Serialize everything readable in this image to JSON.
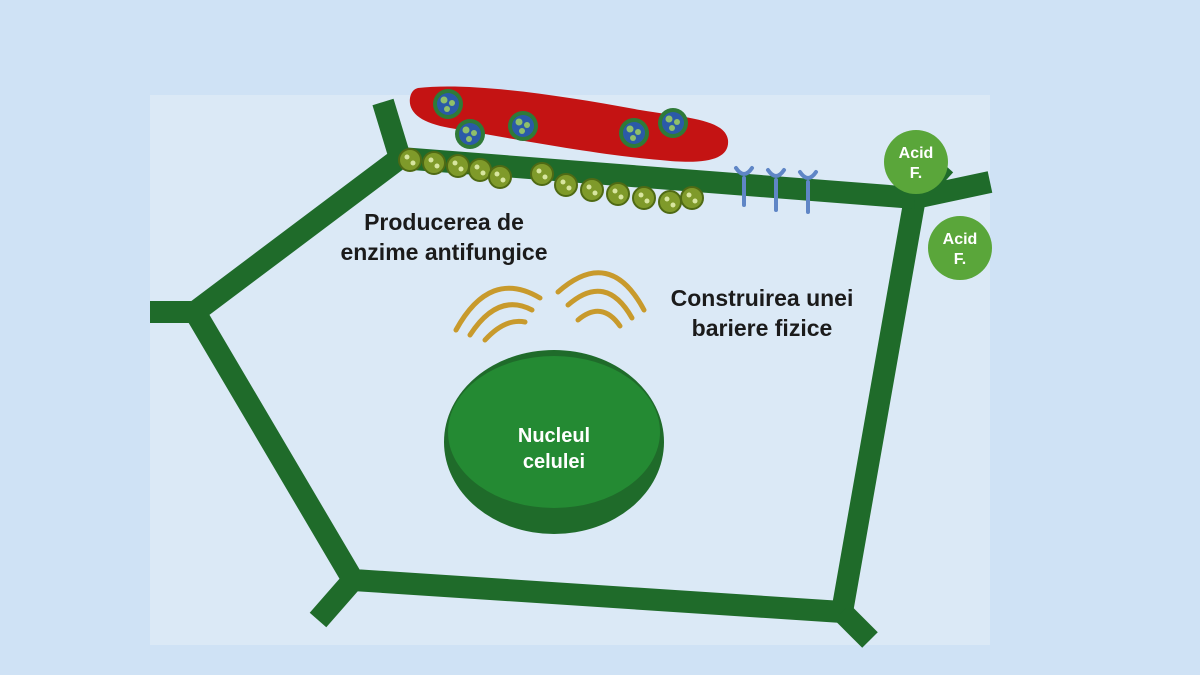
{
  "labels": {
    "enzymes_line1": "Producerea de",
    "enzymes_line2": "enzime antifungice",
    "barrier_line1": "Construirea unei",
    "barrier_line2": "bariere fizice",
    "nucleus_line1": "Nucleul",
    "nucleus_line2": "celulei",
    "acid_top_line1": "Acid",
    "acid_top_line2": "F.",
    "acid_bottom_line1": "Acid",
    "acid_bottom_line2": "F."
  },
  "colors": {
    "background": "#cfe2f5",
    "panel": "#dbe9f6",
    "cell_wall": "#1f6b2a",
    "nucleus": "#248a33",
    "fungus": "#c41313",
    "acid": "#5aa63a",
    "signal_waves": "#c89a2c",
    "receptors": "#5f86c6",
    "granules": "#7f9a2a"
  }
}
